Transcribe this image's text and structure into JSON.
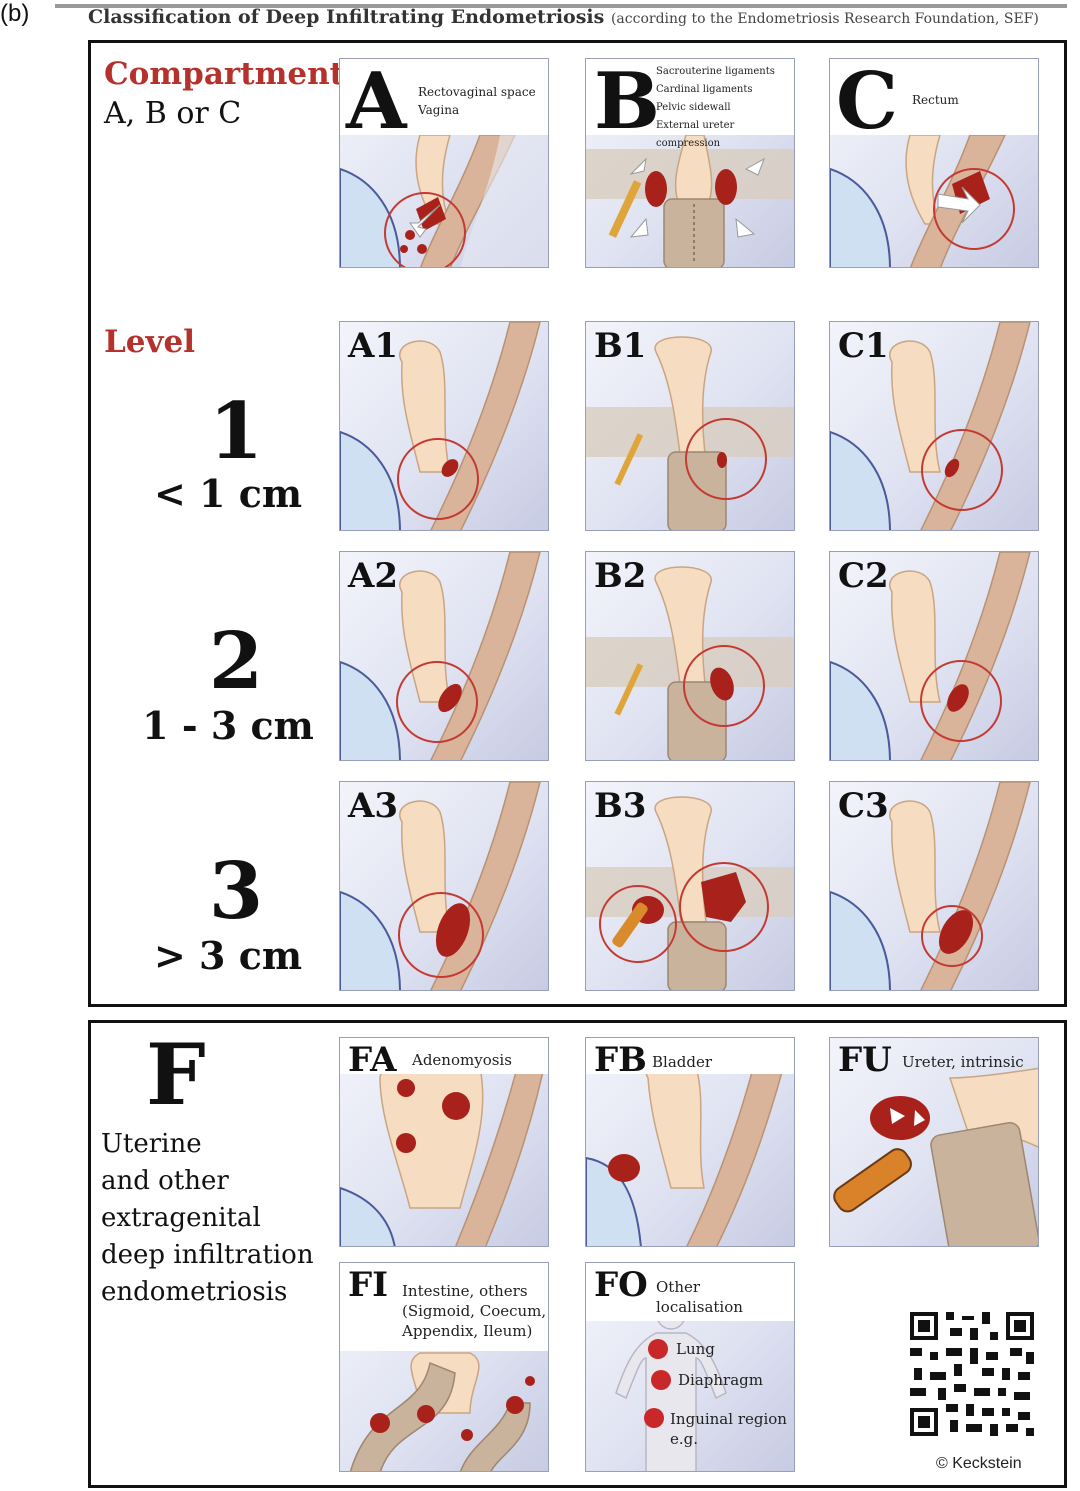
{
  "corner_label": "(b)",
  "title": {
    "main": "Classification of Deep Infiltrating Endometriosis",
    "sub": "(according to the Endometriosis Research Foundation, SEF)"
  },
  "compartment": {
    "heading": "Compartment",
    "subheading": "A, B or C",
    "tiles": [
      {
        "letter": "A",
        "notes": [
          "Rectovaginal space",
          "Vagina"
        ]
      },
      {
        "letter": "B",
        "notes": [
          "Sacrouterine ligaments",
          "Cardinal ligaments",
          "Pelvic sidewall",
          "External ureter compression"
        ]
      },
      {
        "letter": "C",
        "notes": [
          "Rectum"
        ]
      }
    ]
  },
  "level": {
    "heading": "Level",
    "rows": [
      {
        "number": "1",
        "size": "< 1 cm",
        "codes": [
          "A1",
          "B1",
          "C1"
        ]
      },
      {
        "number": "2",
        "size": "1 - 3 cm",
        "codes": [
          "A2",
          "B2",
          "C2"
        ]
      },
      {
        "number": "3",
        "size": "> 3 cm",
        "codes": [
          "A3",
          "B3",
          "C3"
        ]
      }
    ]
  },
  "f_section": {
    "letter": "F",
    "description": [
      "Uterine",
      "and other",
      "extragenital",
      "deep infiltration",
      "endometriosis"
    ],
    "tiles": [
      {
        "code": "FA",
        "label": "Adenomyosis"
      },
      {
        "code": "FB",
        "label": "Bladder"
      },
      {
        "code": "FU",
        "label": "Ureter, intrinsic"
      },
      {
        "code": "FI",
        "label_lines": [
          "Intestine, others",
          "(Sigmoid, Coecum,",
          "Appendix, Ileum)"
        ]
      },
      {
        "code": "FO",
        "label_lines": [
          "Other",
          "localisation"
        ],
        "sites": [
          "Lung",
          "Diaphragm",
          "Inguinal region",
          "e.g."
        ]
      }
    ]
  },
  "copyright": "© Keckstein",
  "colors": {
    "accent_red": "#b5322c",
    "lesion": "#a8221b",
    "uterus": "#f6dcc0",
    "bladder": "#cfe0f2",
    "rectum_wall": "#d9b49a",
    "tile_bg": "#dfe2f1"
  },
  "icons": [
    "qr-code-icon"
  ]
}
